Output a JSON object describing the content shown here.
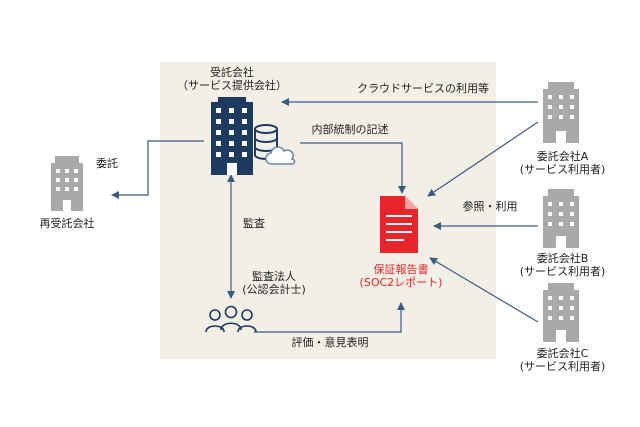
{
  "diagram": {
    "colors": {
      "panel": "#f2efe6",
      "navy": "#1f3a5f",
      "gray_building": "#a9a9a9",
      "arrow": "#3d5a80",
      "report_red": "#e8252a",
      "cloud": "#9aaec4"
    },
    "nodes": {
      "contractor": {
        "line1": "受託会社",
        "line2": "（サービス提供会社）",
        "icon": "building-icon"
      },
      "subcontractor": {
        "label": "再受託会社",
        "icon": "building-icon"
      },
      "client_a": {
        "line1": "委託会社A",
        "line2": "(サービス利用者)",
        "icon": "building-icon"
      },
      "client_b": {
        "line1": "委託会社B",
        "line2": "(サービス利用者)",
        "icon": "building-icon"
      },
      "client_c": {
        "line1": "委託会社C",
        "line2": "(サービス利用者)",
        "icon": "building-icon"
      },
      "auditor": {
        "line1": "監査法人",
        "line2": "(公認会計士)",
        "icon": "people-icon"
      },
      "report": {
        "line1": "保証報告書",
        "line2": "(SOC2レポート)",
        "icon": "document-icon"
      }
    },
    "edges": {
      "cloud_usage": "クラウドサービスの利用等",
      "internal_control": "内部統制の記述",
      "outsourcing": "委託",
      "audit": "監査",
      "reference": "参照・利用",
      "evaluation": "評価・意見表明"
    }
  }
}
